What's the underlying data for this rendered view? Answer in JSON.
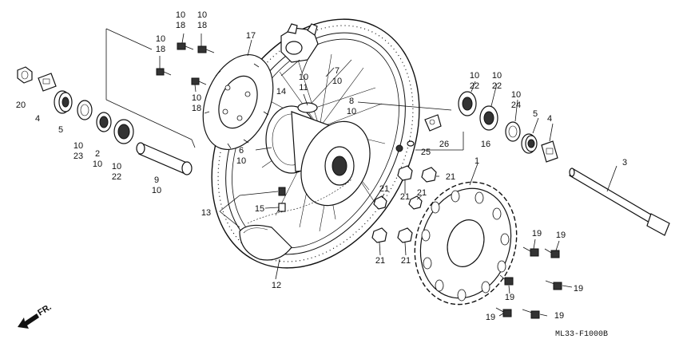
{
  "diagram_code": "ML33-F1000B",
  "direction_label": "FR.",
  "callouts": [
    {
      "id": "c1",
      "lines": [
        "1"
      ]
    },
    {
      "id": "c2",
      "lines": [
        "2",
        "10"
      ]
    },
    {
      "id": "c3",
      "lines": [
        "3"
      ]
    },
    {
      "id": "c4a",
      "lines": [
        "4"
      ]
    },
    {
      "id": "c4b",
      "lines": [
        "4"
      ]
    },
    {
      "id": "c5a",
      "lines": [
        "5"
      ]
    },
    {
      "id": "c5b",
      "lines": [
        "5"
      ]
    },
    {
      "id": "c6",
      "lines": [
        "6",
        "10"
      ]
    },
    {
      "id": "c7",
      "lines": [
        "7",
        "10"
      ]
    },
    {
      "id": "c8",
      "lines": [
        "8",
        "10"
      ]
    },
    {
      "id": "c9",
      "lines": [
        "9",
        "10"
      ]
    },
    {
      "id": "c10_18a",
      "lines": [
        "10",
        "18"
      ]
    },
    {
      "id": "c10_18b",
      "lines": [
        "10",
        "18"
      ]
    },
    {
      "id": "c10_18c",
      "lines": [
        "10",
        "18"
      ]
    },
    {
      "id": "c10_18d",
      "lines": [
        "10",
        "18"
      ]
    },
    {
      "id": "c10_11",
      "lines": [
        "10",
        "11"
      ]
    },
    {
      "id": "c10_22a",
      "lines": [
        "10",
        "22"
      ]
    },
    {
      "id": "c10_22b",
      "lines": [
        "10",
        "22"
      ]
    },
    {
      "id": "c10_22c",
      "lines": [
        "10",
        "22"
      ]
    },
    {
      "id": "c10_23",
      "lines": [
        "10",
        "23"
      ]
    },
    {
      "id": "c10_24",
      "lines": [
        "10",
        "24"
      ]
    },
    {
      "id": "c12",
      "lines": [
        "12"
      ]
    },
    {
      "id": "c13",
      "lines": [
        "13"
      ]
    },
    {
      "id": "c14",
      "lines": [
        "14"
      ]
    },
    {
      "id": "c15",
      "lines": [
        "15"
      ]
    },
    {
      "id": "c16",
      "lines": [
        "16"
      ]
    },
    {
      "id": "c17",
      "lines": [
        "17"
      ]
    },
    {
      "id": "c19a",
      "lines": [
        "19"
      ]
    },
    {
      "id": "c19b",
      "lines": [
        "19"
      ]
    },
    {
      "id": "c19c",
      "lines": [
        "19"
      ]
    },
    {
      "id": "c19d",
      "lines": [
        "19"
      ]
    },
    {
      "id": "c19e",
      "lines": [
        "19"
      ]
    },
    {
      "id": "c19f",
      "lines": [
        "19"
      ]
    },
    {
      "id": "c20",
      "lines": [
        "20"
      ]
    },
    {
      "id": "c21a",
      "lines": [
        "21"
      ]
    },
    {
      "id": "c21b",
      "lines": [
        "21"
      ]
    },
    {
      "id": "c21c",
      "lines": [
        "21"
      ]
    },
    {
      "id": "c21d",
      "lines": [
        "21"
      ]
    },
    {
      "id": "c21e",
      "lines": [
        "21"
      ]
    },
    {
      "id": "c21f",
      "lines": [
        "21"
      ]
    },
    {
      "id": "c25",
      "lines": [
        "25"
      ]
    },
    {
      "id": "c26",
      "lines": [
        "26"
      ]
    }
  ]
}
